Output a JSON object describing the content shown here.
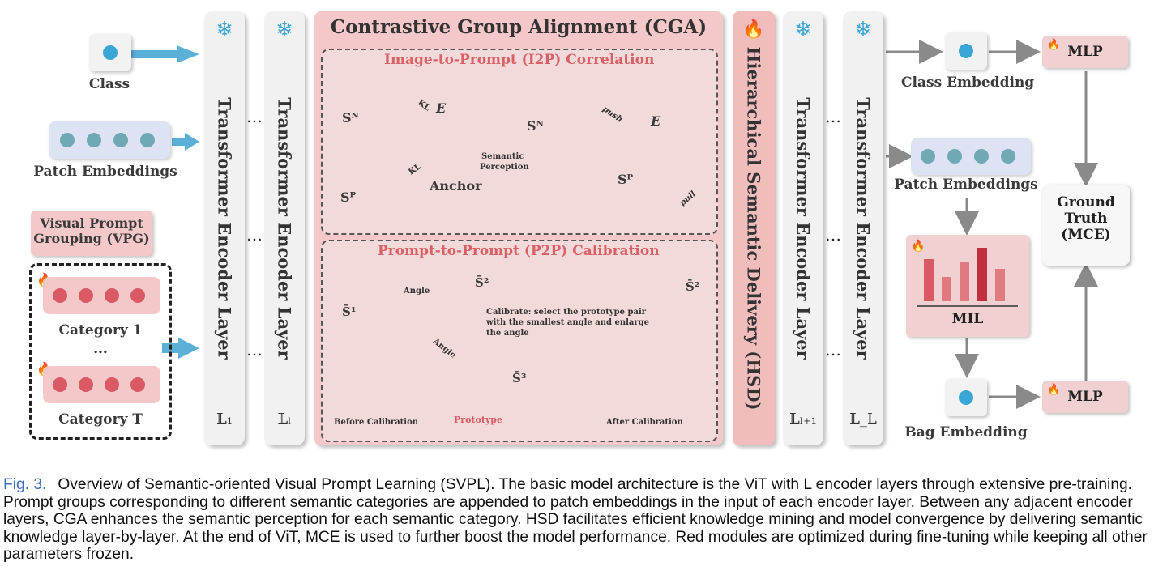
{
  "inputs": {
    "class_label": "Class",
    "patch_label": "Patch Embeddings",
    "vpg_title_line1": "Visual Prompt",
    "vpg_title_line2": "Grouping (VPG)",
    "category_1": "Category 1",
    "category_dots": "…",
    "category_t": "Category T"
  },
  "encoders": {
    "layer_label": "Transformer Encoder Layer",
    "index_1": "𝕃₁",
    "index_l": "𝕃ₗ",
    "index_l1": "𝕃ₗ₊₁",
    "index_L": "𝕃_L",
    "ellipsis": "…"
  },
  "cga": {
    "title": "Contrastive Group Alignment (CGA)",
    "i2p_title": "Image-to-Prompt (I2P) Correlation",
    "p2p_title": "Prompt-to-Prompt (P2P) Calibration",
    "sn": "Sᴺ",
    "sp": "Sᴾ",
    "e": "E",
    "kl": "KL",
    "anchor": "Anchor",
    "semantic": "Semantic",
    "perception": "Perception",
    "push": "push",
    "pull": "pull",
    "angle": "Angle",
    "s1": "S̄¹",
    "s2": "S̄²",
    "s3": "S̄³",
    "calibrate_line1": "Calibrate: select the prototype pair",
    "calibrate_line2": "with the smallest angle and enlarge",
    "calibrate_line3": "the angle",
    "prototype": "Prototype",
    "before": "Before Calibration",
    "after": "After Calibration"
  },
  "hsd": {
    "label": "Hierarchical Semantic Delivery (HSD)"
  },
  "outputs": {
    "class_embedding": "Class Embedding",
    "patch_embeddings": "Patch Embeddings",
    "mil": "MIL",
    "bag_embedding": "Bag Embedding",
    "mlp_top": "MLP",
    "mlp_bottom": "MLP",
    "gt_line1": "Ground",
    "gt_line2": "Truth",
    "gt_line3": "(MCE)"
  },
  "caption": {
    "fig": "Fig. 3.",
    "text": "Overview of Semantic-oriented Visual Prompt Learning (SVPL). The basic model architecture is the ViT with L encoder layers through extensive pre-training. Prompt groups corresponding to different semantic categories are appended to patch embeddings in the input of each encoder layer. Between any adjacent encoder layers, CGA enhances the semantic perception for each semantic category. HSD facilitates efficient knowledge mining and model convergence by delivering semantic knowledge layer-by-layer. At the end of ViT, MCE is used to further boost the model performance. Red modules are optimized during fine-tuning while keeping all other parameters frozen."
  },
  "colors": {
    "frozen_blue": "#3aa6d6",
    "prompt_red": "#d95a64",
    "panel_pink": "#f4c8c8",
    "patch_teal": "#6fa9b4",
    "arrow_blue": "#5bb0d8",
    "arrow_gray": "#8a8a8a"
  }
}
